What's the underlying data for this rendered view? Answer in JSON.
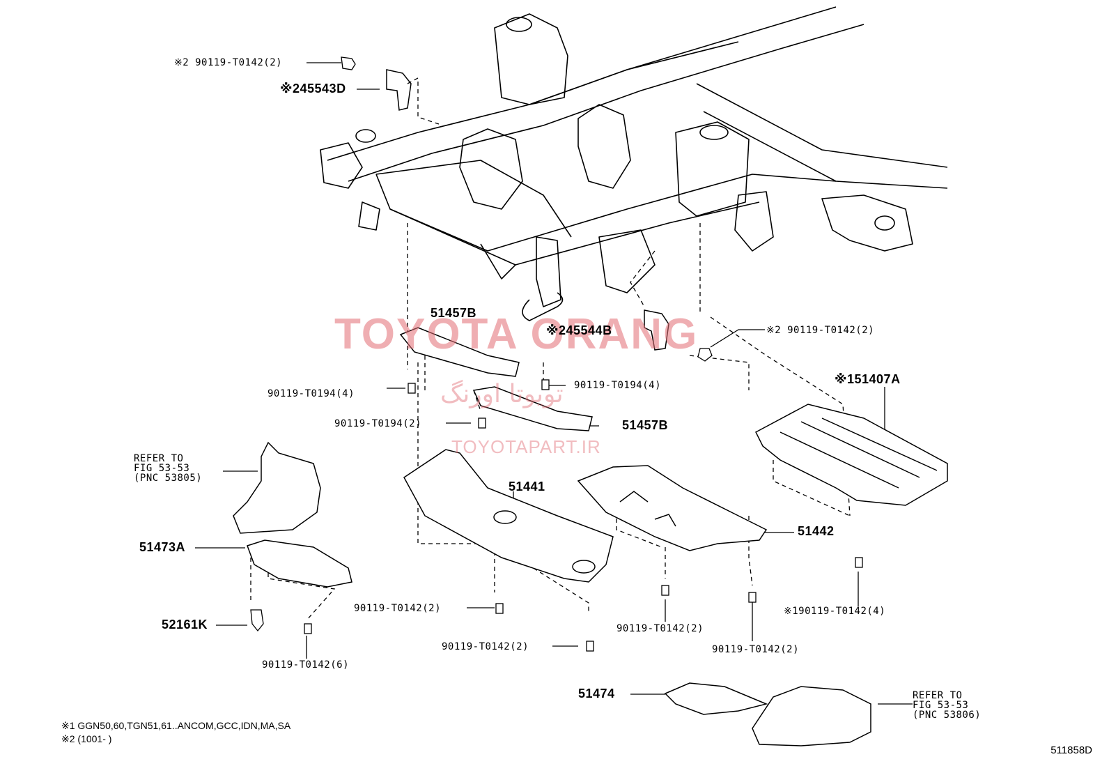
{
  "labels": {
    "bolt_top_left": "※2 90119-T0142(2)",
    "part_45543D": "※245543D",
    "part_51457B_top": "51457B",
    "part_45544B": "※245544B",
    "bolt_right_mid": "※2 90119-T0142(2)",
    "part_51407A": "※151407A",
    "bolt_t0194_4_left": "90119-T0194(4)",
    "bolt_t0194_4_right": "90119-T0194(4)",
    "bolt_t0194_2": "90119-T0194(2)",
    "part_51457B_bottom": "51457B",
    "refer_53805_l1": "REFER TO",
    "refer_53805_l2": "FIG 53-53",
    "refer_53805_l3": "(PNC 53805)",
    "part_51441": "51441",
    "part_51442": "51442",
    "part_51473A": "51473A",
    "bolt_t0142_2_a": "90119-T0142(2)",
    "bolt_t0142_2_b": "90119-T0142(2)",
    "bolt_t0142_2_c": "90119-T0142(2)",
    "bolt_t0142_2_d": "90119-T0142(2)",
    "bolt_t0142_4": "※190119-T0142(4)",
    "part_52161K": "52161K",
    "bolt_t0142_6": "90119-T0142(6)",
    "part_51474": "51474",
    "refer_53806_l1": "REFER TO",
    "refer_53806_l2": "FIG 53-53",
    "refer_53806_l3": "(PNC 53806)"
  },
  "notes": {
    "note1": "※1  GGN50,60,TGN51,61..ANCOM,GCC,IDN,MA,SA",
    "note2": "※2  (1001-    )"
  },
  "watermark": {
    "brand": "TOYOTA ORANG",
    "persian": "تویوتا اورنگ",
    "site": "TOYOTAPART.IR",
    "color": "#e26d74"
  },
  "diagram_code": "511858D"
}
